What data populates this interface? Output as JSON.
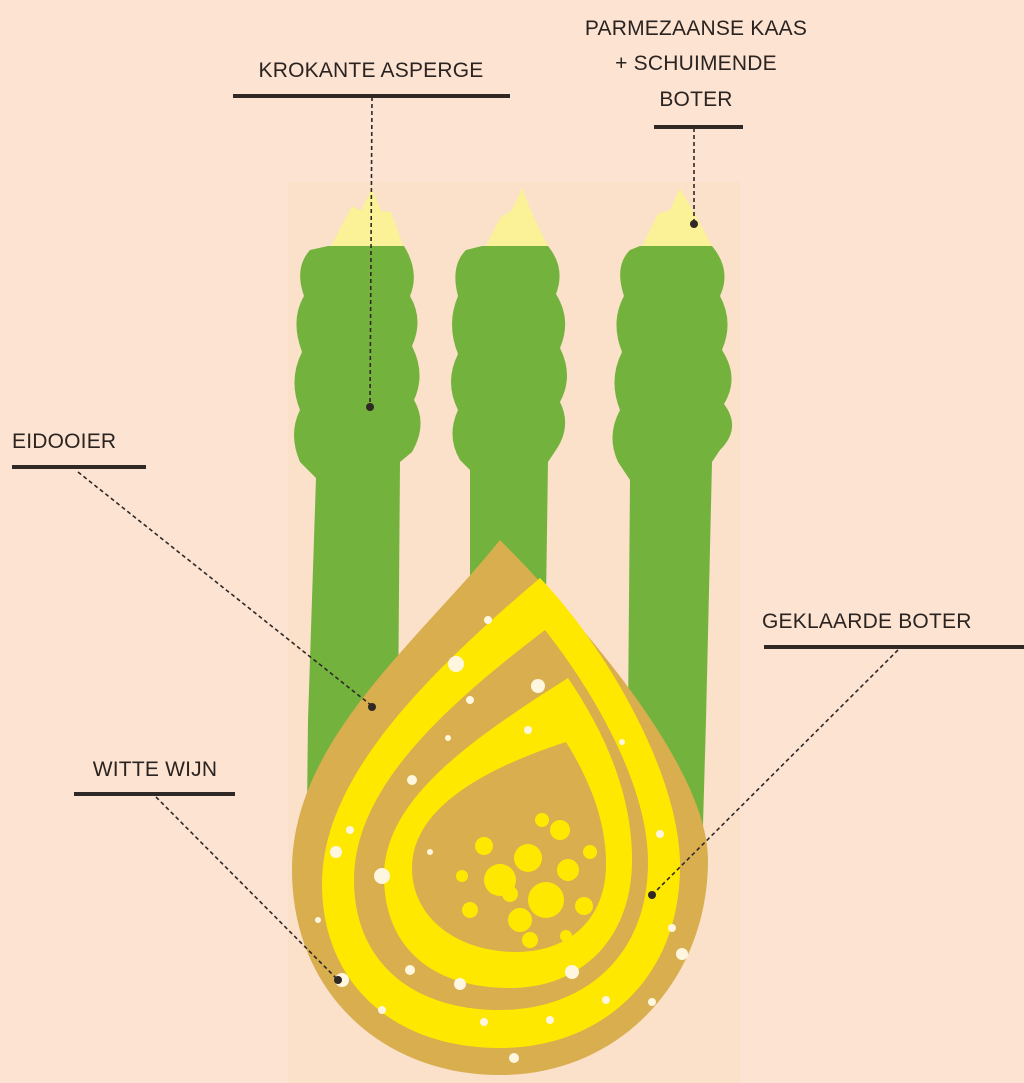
{
  "labels": {
    "crunchy_asparagus": "KROKANTE ASPERGE",
    "parmesan_line1": "PARMEZAANSE KAAS",
    "parmesan_line2": "+ SCHUIMENDE",
    "parmesan_line3": "BOTER",
    "egg_yolk": "EIDOOIER",
    "clarified_butter": "GEKLAARDE BOTER",
    "white_wine": "WITTE WIJN"
  },
  "colors": {
    "background": "#fce3d2",
    "panel": "#fbe0ca",
    "asparagus_green": "#73b33d",
    "asparagus_tip": "#fbf196",
    "drop_gold": "#d9ae4f",
    "drop_yellow": "#ffe800",
    "leader": "#2f2825"
  }
}
